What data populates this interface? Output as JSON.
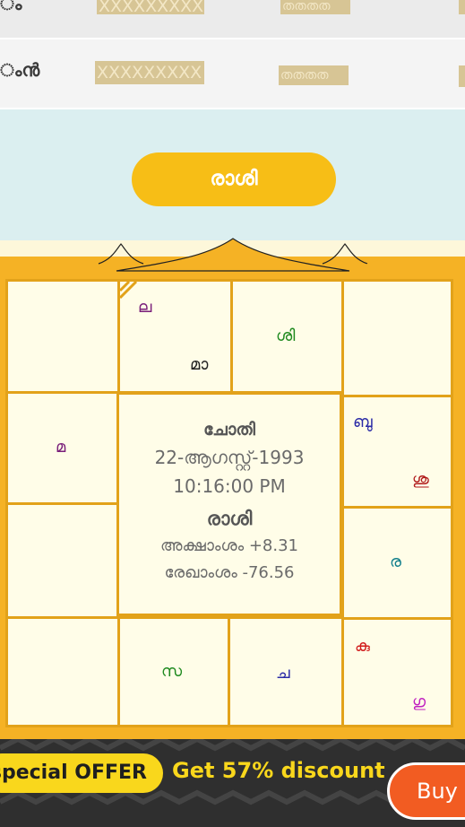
{
  "table": {
    "row1": {
      "label": "ം",
      "mask_a": "XXXXXXXXX",
      "mask_b": "തതതത"
    },
    "row2": {
      "label": "ംൻ",
      "mask_a": "XXXXXXXXX",
      "mask_b": "തതതത"
    }
  },
  "rasi_button": {
    "label": "രാശി"
  },
  "chart": {
    "cells": {
      "top2": [
        "ല",
        "മാ"
      ],
      "top3": [
        "ശി"
      ],
      "left2": [
        "മ"
      ],
      "right2": [
        "ബു",
        "ശു"
      ],
      "right3": [
        "ര"
      ],
      "bottom2": [
        "സ"
      ],
      "bottom3": [
        "ച"
      ],
      "bottom4": [
        "കു",
        "ഗു"
      ]
    },
    "center": {
      "star": "ചോതി",
      "date": "22-ആഗസ്റ്റ്-1993",
      "time": "10:16:00 PM",
      "title": "രാശി",
      "latitude": "അക്ഷാംശം  +8.31",
      "longitude": "രേഖാംശം  -76.56"
    }
  },
  "banner": {
    "offer": "special OFFER",
    "discount": "Get 57% discount",
    "buy": "Buy N"
  },
  "colors": {
    "accent": "#f7be16",
    "chart_border": "#e2a21a",
    "banner_bg": "#2f2f2f",
    "buy_bg": "#f25c22"
  }
}
